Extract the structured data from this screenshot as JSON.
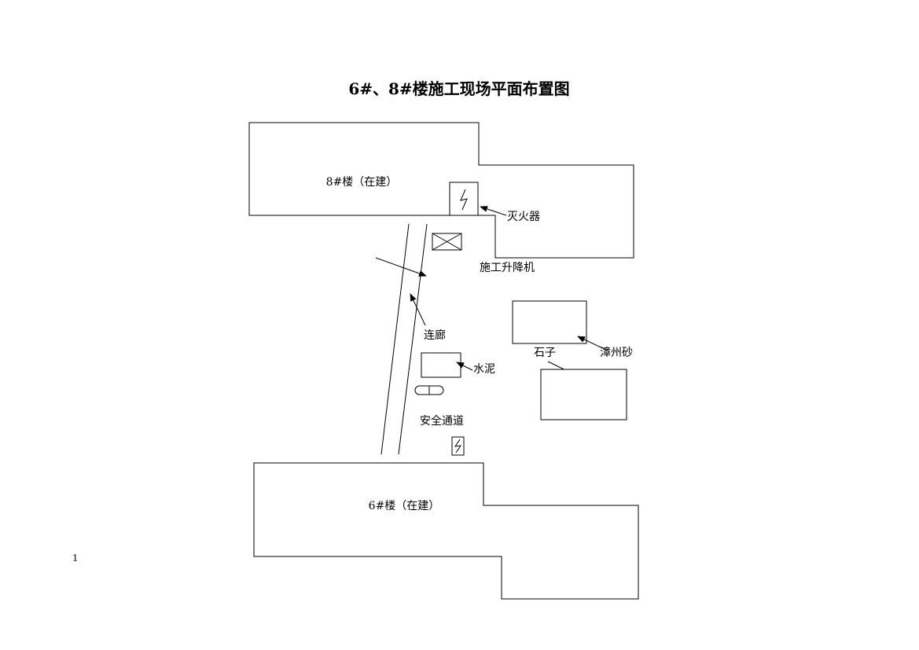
{
  "title": "6#、8#楼施工现场平面布置图",
  "page_number": "1",
  "labels": {
    "building8": "8#楼（在建）",
    "building6": "6#楼（在建）",
    "extinguisher": "灭火器",
    "hoist": "施工升降机",
    "corridor": "连廊",
    "cement": "水泥",
    "stone": "石子",
    "sand": "漳州砂",
    "safe_passage": "安全通道"
  },
  "icons": [
    "fire-extinguisher-icon",
    "hoist-cross-box-icon",
    "distribution-box-icon",
    "double-roller-icon"
  ],
  "colors": {
    "line": "#000000",
    "background": "#ffffff"
  }
}
